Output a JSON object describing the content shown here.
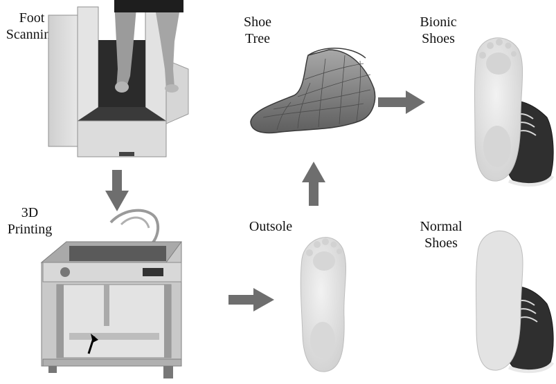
{
  "labels": {
    "foot_scanning": [
      "Foot",
      "Scanning"
    ],
    "printing_3d": [
      "3D",
      "Printing"
    ],
    "shoe_tree": [
      "Shoe",
      "Tree"
    ],
    "bionic_shoes": [
      "Bionic",
      "Shoes"
    ],
    "outsole": "Outsole",
    "normal_shoes": [
      "Normal",
      "Shoes"
    ]
  },
  "colors": {
    "arrow": "#6e6e6e",
    "scanner_body": "#d9d9d9",
    "scanner_dark": "#2b2b2b",
    "printer_frame": "#bdbdbd",
    "sole": "#e6e6e6",
    "shoe_dark": "#2f2f2f",
    "last": "#8a8a8a"
  }
}
